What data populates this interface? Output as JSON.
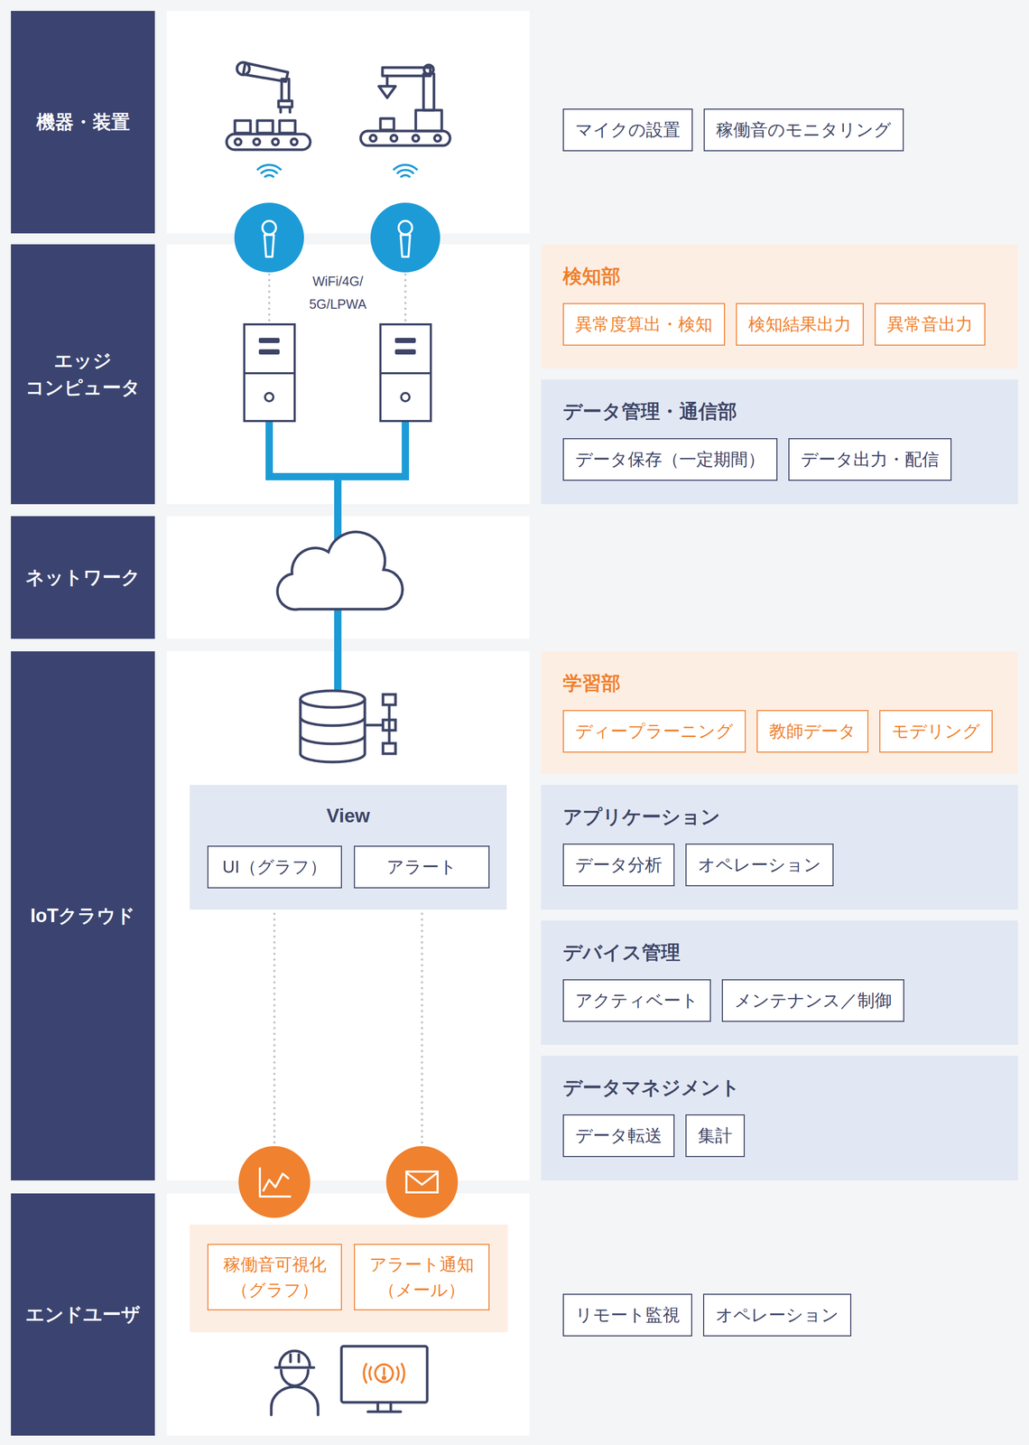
{
  "diagram": {
    "nodes": [
      {
        "text": [
          "機器・装置"
        ]
      },
      {
        "text": [
          "マイクの設置"
        ]
      },
      {
        "text": [
          "稼働音のモニタリング"
        ]
      },
      {
        "text": [
          "エッジ コンピュータ"
        ]
      },
      {
        "text": [
          "検知部"
        ]
      },
      {
        "text": [
          "異常度算出・検知"
        ],
        "in": 4
      },
      {
        "text": [
          "検知結果出力"
        ],
        "in": 4
      },
      {
        "text": [
          "異常音出力"
        ],
        "in": 4
      },
      {
        "text": [
          "データ管理・通信部"
        ]
      },
      {
        "text": [
          "データ保存（一定期間）"
        ],
        "in": 8
      },
      {
        "text": [
          "データ出力・配信"
        ],
        "in": 8
      },
      {
        "text": [
          "ネットワーク"
        ]
      },
      {
        "text": [
          "IoTクラウド"
        ]
      },
      {
        "text": [
          "View"
        ]
      },
      {
        "text": [
          "UI（グラフ）"
        ],
        "in": 13
      },
      {
        "text": [
          "アラート"
        ],
        "in": 13
      },
      {
        "text": [
          "学習部"
        ]
      },
      {
        "text": [
          "ディープラーニング"
        ],
        "in": 16
      },
      {
        "text": [
          "教師データ"
        ],
        "in": 16
      },
      {
        "text": [
          "モデリング"
        ],
        "in": 16
      },
      {
        "text": [
          "アプリケーション"
        ]
      },
      {
        "text": [
          "データ分析"
        ],
        "in": 20
      },
      {
        "text": [
          "オペレーション"
        ],
        "in": 20
      },
      {
        "text": [
          "デバイス管理"
        ]
      },
      {
        "text": [
          "アクティベート"
        ],
        "in": 23
      },
      {
        "text": [
          "メンテナンス／制御"
        ],
        "in": 23
      },
      {
        "text": [
          "データマネジメント"
        ]
      },
      {
        "text": [
          "データ転送"
        ],
        "in": 26
      },
      {
        "text": [
          "集計"
        ],
        "in": 26
      },
      {
        "text": [
          "エンドユーザ"
        ]
      },
      {
        "text": [
          "稼働音可視化 （グラフ）"
        ]
      },
      {
        "text": [
          "アラート通知 （メール）"
        ]
      },
      {
        "text": [
          "リモート監視"
        ]
      },
      {
        "text": [
          "オペレーション"
        ]
      }
    ],
    "labels": [
      "WiFi/4G/ 5G/LPWA"
    ]
  }
}
